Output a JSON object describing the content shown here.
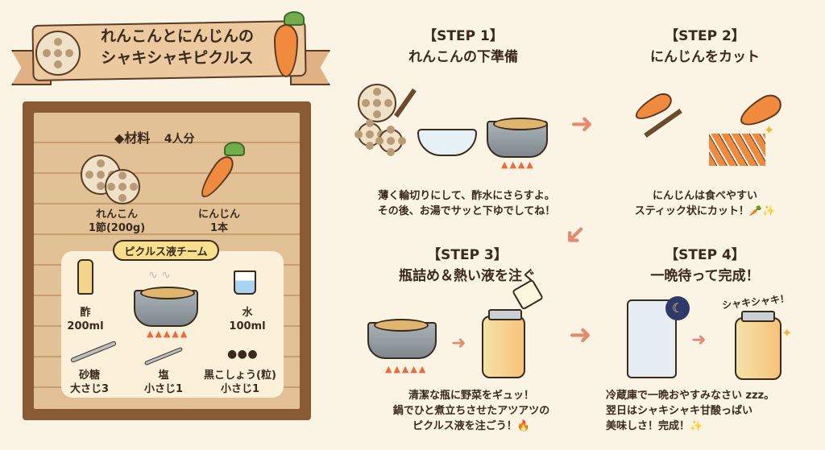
{
  "title": {
    "line1": "れんこんとにんじんの",
    "line2": "シャキシャキピクルス"
  },
  "ingredients": {
    "heading": "◆材料",
    "servings": "4人分",
    "main": [
      {
        "name": "れんこん",
        "amount": "1節(200g)"
      },
      {
        "name": "にんじん",
        "amount": "1本"
      }
    ],
    "pickle_team_label": "ピクルス液チーム",
    "pickle": [
      {
        "name": "酢",
        "amount": "200ml"
      },
      {
        "name": "水",
        "amount": "100ml"
      },
      {
        "name": "砂糖",
        "amount": "大さじ3"
      },
      {
        "name": "塩",
        "amount": "小さじ1"
      },
      {
        "name": "黒こしょう(粒)",
        "amount": "小さじ1"
      }
    ]
  },
  "steps": [
    {
      "label": "【STEP 1】",
      "title": "れんこんの下準備",
      "desc1": "薄く輪切りにして、酢水にさらすよ。",
      "desc2": "その後、お湯でサッと下ゆでしてね！"
    },
    {
      "label": "【STEP 2】",
      "title": "にんじんをカット",
      "desc1": "にんじんは食べやすい",
      "desc2": "スティック状にカット！🥕✨"
    },
    {
      "label": "【STEP 3】",
      "title": "瓶詰め＆熱い液を注ぐ",
      "desc1": "清潔な瓶に野菜をギュッ！",
      "desc2": "鍋でひと煮立ちさせたアツアツの",
      "desc3": "ピクルス液を注ごう！🔥"
    },
    {
      "label": "【STEP 4】",
      "title": "一晩待って完成！",
      "desc1": "冷蔵庫で一晩おやすみなさい zzz。",
      "desc2": "翌日はシャキシャキ甘酸っぱい",
      "desc3": "美味しさ！完成！✨"
    }
  ],
  "jar_exclaim": "シャキシャキ！",
  "colors": {
    "background": "#fbf3e4",
    "arrow": "#e58a6e",
    "banner": "#edc9a0",
    "board": "#8a5a35"
  }
}
